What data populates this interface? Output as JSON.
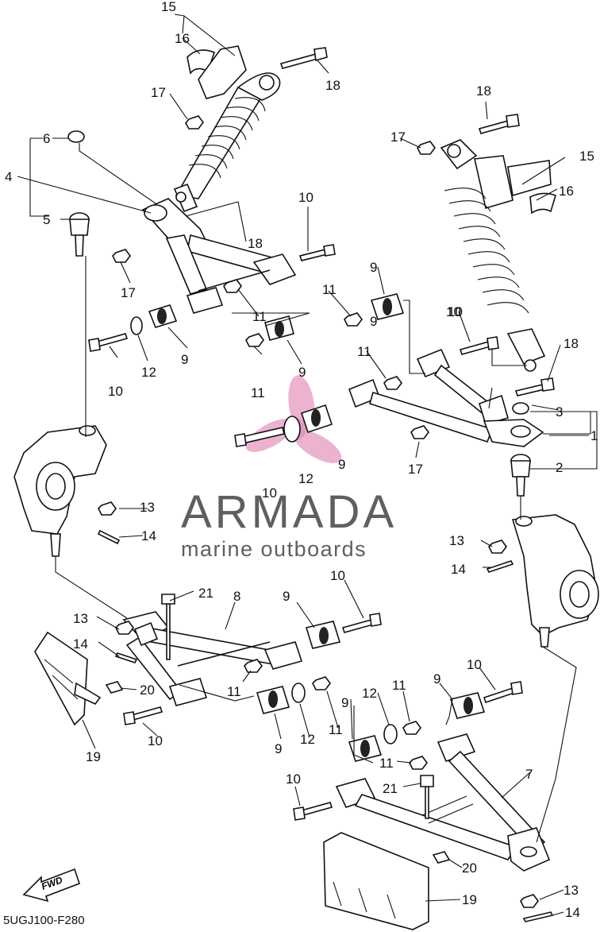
{
  "diagram_code": "5UGJ100-F280",
  "fwd_label": "FWD",
  "watermark": {
    "brand": "ARMADA",
    "tagline": "marine outboards"
  },
  "colors": {
    "line": "#111111",
    "watermark_logo": "#e8a6c8",
    "watermark_text": "#5f5f5f"
  },
  "callouts": [
    {
      "id": "c15a",
      "n": "15"
    },
    {
      "id": "c16a",
      "n": "16"
    },
    {
      "id": "c18a",
      "n": "18"
    },
    {
      "id": "c17a",
      "n": "17"
    },
    {
      "id": "c6",
      "n": "6"
    },
    {
      "id": "c4",
      "n": "4"
    },
    {
      "id": "c5",
      "n": "5"
    },
    {
      "id": "c18b",
      "n": "18"
    },
    {
      "id": "c17b",
      "n": "17"
    },
    {
      "id": "c10a",
      "n": "10"
    },
    {
      "id": "c9a",
      "n": "9"
    },
    {
      "id": "c11a",
      "n": "11"
    },
    {
      "id": "c11b",
      "n": "11"
    },
    {
      "id": "c9b",
      "n": "9"
    },
    {
      "id": "c10b",
      "n": "10"
    },
    {
      "id": "c12a",
      "n": "12"
    },
    {
      "id": "c9c",
      "n": "9"
    },
    {
      "id": "c11c",
      "n": "11"
    },
    {
      "id": "c9d",
      "n": "9"
    },
    {
      "id": "c10c",
      "n": "10"
    },
    {
      "id": "c12b",
      "n": "12"
    },
    {
      "id": "c9e",
      "n": "9"
    },
    {
      "id": "c10d",
      "n": "10"
    },
    {
      "id": "c11d",
      "n": "11"
    },
    {
      "id": "c17c",
      "n": "17"
    },
    {
      "id": "c18c",
      "n": "18"
    },
    {
      "id": "c17d",
      "n": "17"
    },
    {
      "id": "c15b",
      "n": "15"
    },
    {
      "id": "c16b",
      "n": "16"
    },
    {
      "id": "c10e",
      "n": "10"
    },
    {
      "id": "c18d",
      "n": "18"
    },
    {
      "id": "c3",
      "n": "3"
    },
    {
      "id": "c1",
      "n": "1"
    },
    {
      "id": "c2",
      "n": "2"
    },
    {
      "id": "c13a",
      "n": "13"
    },
    {
      "id": "c14a",
      "n": "14"
    },
    {
      "id": "c13b",
      "n": "13"
    },
    {
      "id": "c14b",
      "n": "14"
    },
    {
      "id": "c21a",
      "n": "21"
    },
    {
      "id": "c8",
      "n": "8"
    },
    {
      "id": "c9f",
      "n": "9"
    },
    {
      "id": "c10f",
      "n": "10"
    },
    {
      "id": "c13c",
      "n": "13"
    },
    {
      "id": "c14c",
      "n": "14"
    },
    {
      "id": "c20a",
      "n": "20"
    },
    {
      "id": "c11e",
      "n": "11"
    },
    {
      "id": "c10g",
      "n": "10"
    },
    {
      "id": "c19a",
      "n": "19"
    },
    {
      "id": "c9g",
      "n": "9"
    },
    {
      "id": "c12c",
      "n": "12"
    },
    {
      "id": "c11f",
      "n": "11"
    },
    {
      "id": "c12d",
      "n": "12"
    },
    {
      "id": "c11g",
      "n": "11"
    },
    {
      "id": "c9h",
      "n": "9"
    },
    {
      "id": "c10h",
      "n": "10"
    },
    {
      "id": "c9i",
      "n": "9"
    },
    {
      "id": "c11h",
      "n": "11"
    },
    {
      "id": "c7",
      "n": "7"
    },
    {
      "id": "c21b",
      "n": "21"
    },
    {
      "id": "c10i",
      "n": "10"
    },
    {
      "id": "c20b",
      "n": "20"
    },
    {
      "id": "c19b",
      "n": "19"
    },
    {
      "id": "c13d",
      "n": "13"
    },
    {
      "id": "c14d",
      "n": "14"
    }
  ]
}
